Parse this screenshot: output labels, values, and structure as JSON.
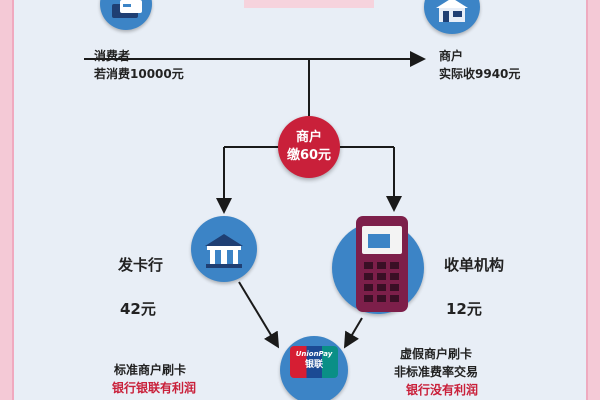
{
  "consumer": {
    "title": "消费者",
    "amount": "若消费10000元"
  },
  "merchant": {
    "title": "商户",
    "amount": "实际收9940元"
  },
  "fee": {
    "line1": "商户",
    "line2": "缴60元"
  },
  "issuer": {
    "title": "发卡行",
    "amount": "42元"
  },
  "acquirer": {
    "title": "收单机构",
    "amount": "12元"
  },
  "left_note": {
    "line1": "标准商户刷卡",
    "line2": "银行银联有利润"
  },
  "right_note": {
    "line1": "虚假商户刷卡",
    "line2": "非标准费率交易",
    "line3": "银行没有利润"
  },
  "union_logo": {
    "line1": "UnionPay",
    "line2": "银联"
  },
  "colors": {
    "accent_red": "#c9203a",
    "icon_blue": "#3c84c6",
    "frame_pink": "#f0a9bf"
  }
}
